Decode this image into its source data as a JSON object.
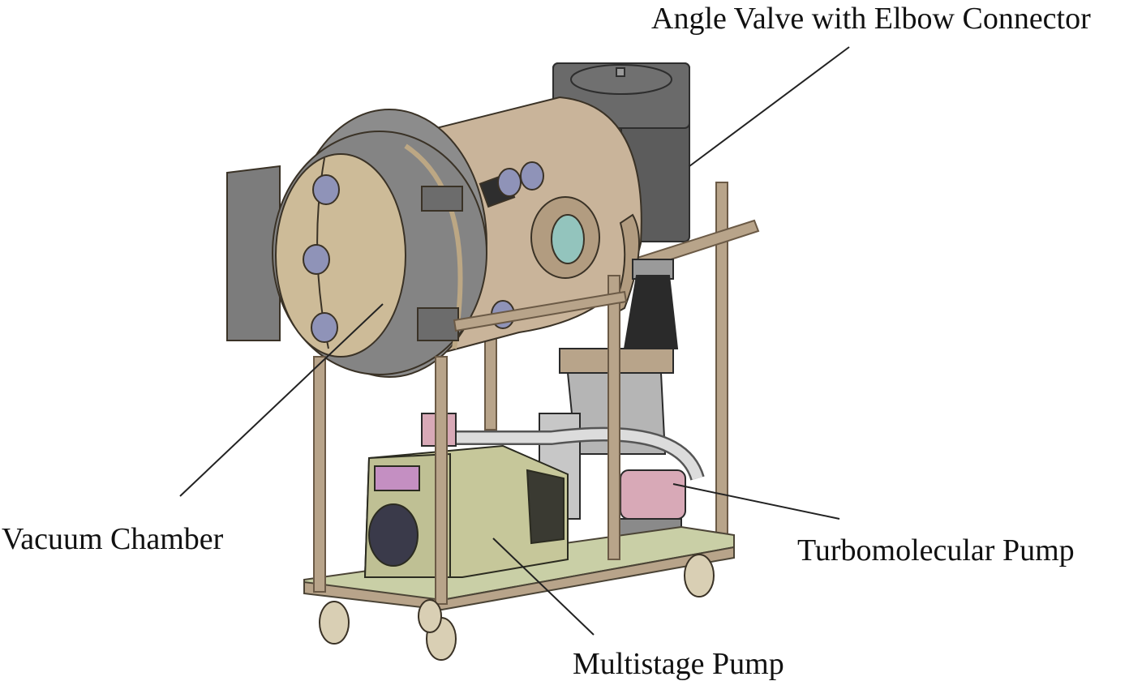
{
  "figure": {
    "title": "Vacuum system on wheeled cart",
    "callouts": [
      {
        "id": "angle-valve",
        "label": "Angle Valve with Elbow Connector"
      },
      {
        "id": "vacuum-chamber",
        "label": "Vacuum Chamber"
      },
      {
        "id": "turbomolecular-pump",
        "label": "Turbomolecular Pump"
      },
      {
        "id": "multistage-pump",
        "label": "Multistage Pump"
      }
    ]
  },
  "colors": {
    "chamber": "#c9b49a",
    "chamber_dark": "#b29c80",
    "door_ring": "#8a8a8a",
    "door": "#cdbb98",
    "valve": "#5a5a5a",
    "frame": "#b8a48a",
    "base_plate": "#c9cfa6",
    "pump": "#c6c79a",
    "turbo_body": "#d8a9b7",
    "bellows": "#2a2a2a",
    "viewport": "#93c4bd",
    "clamp": "#8f93b8",
    "wheel": "#d9cfb4",
    "text": "#111111"
  }
}
